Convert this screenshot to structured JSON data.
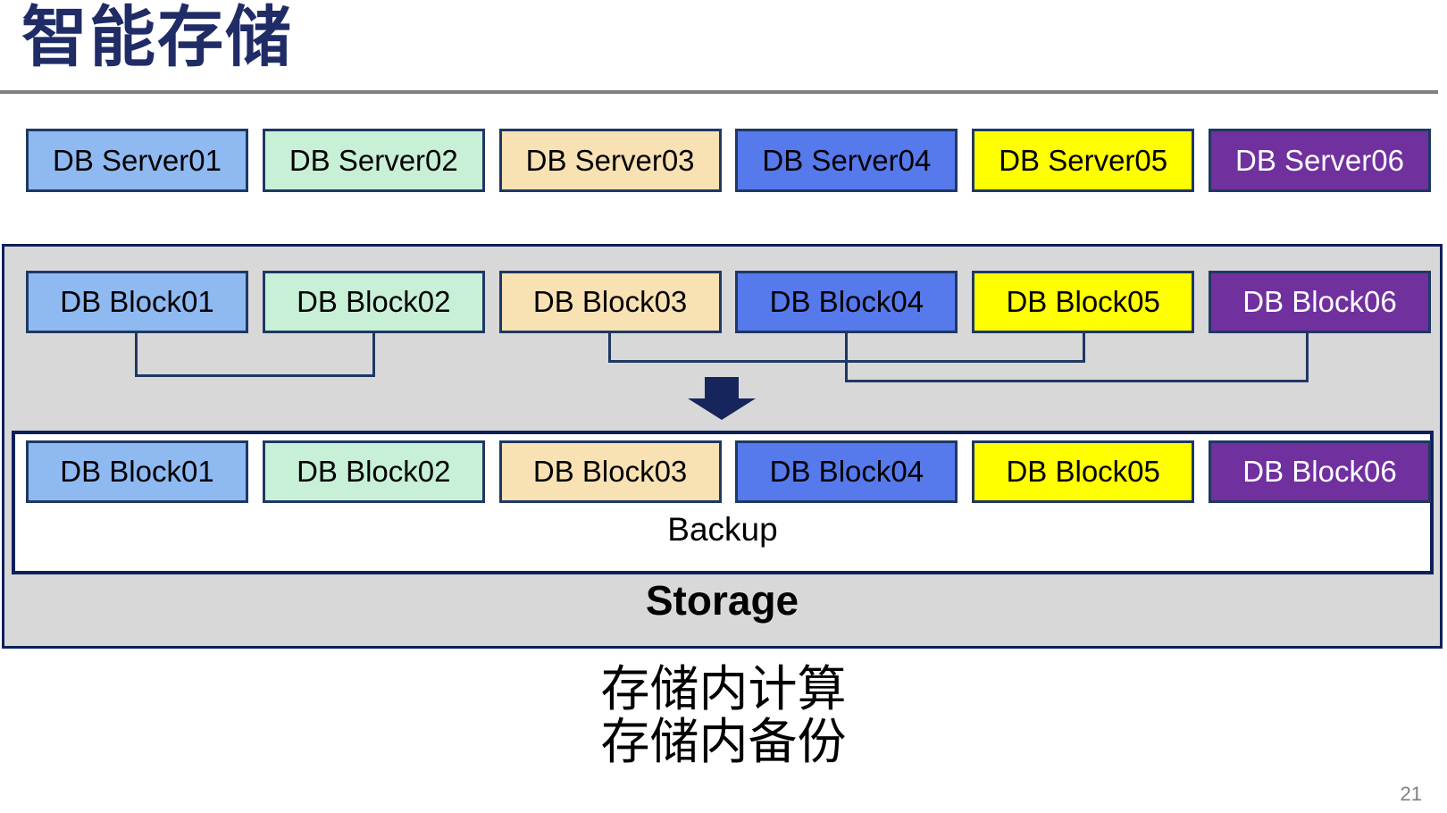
{
  "title": "智能存储",
  "servers": [
    {
      "label": "DB Server01",
      "fill": "#8FB9F1",
      "text_color": "#000000"
    },
    {
      "label": "DB Server02",
      "fill": "#C7F0D6",
      "text_color": "#000000"
    },
    {
      "label": "DB Server03",
      "fill": "#F8E1B3",
      "text_color": "#000000"
    },
    {
      "label": "DB Server04",
      "fill": "#5679EC",
      "text_color": "#000000"
    },
    {
      "label": "DB Server05",
      "fill": "#FFFF00",
      "text_color": "#000000"
    },
    {
      "label": "DB Server06",
      "fill": "#70309E",
      "text_color": "#FFFFFF"
    }
  ],
  "storage": {
    "compute_blocks": [
      {
        "label": "DB Block01",
        "fill": "#8FB9F1",
        "text_color": "#000000"
      },
      {
        "label": "DB Block02",
        "fill": "#C7F0D6",
        "text_color": "#000000"
      },
      {
        "label": "DB Block03",
        "fill": "#F8E1B3",
        "text_color": "#000000"
      },
      {
        "label": "DB Block04",
        "fill": "#5679EC",
        "text_color": "#000000"
      },
      {
        "label": "DB Block05",
        "fill": "#FFFF00",
        "text_color": "#000000"
      },
      {
        "label": "DB Block06",
        "fill": "#70309E",
        "text_color": "#FFFFFF"
      }
    ],
    "backup_blocks": [
      {
        "label": "DB Block01",
        "fill": "#8FB9F1",
        "text_color": "#000000"
      },
      {
        "label": "DB Block02",
        "fill": "#C7F0D6",
        "text_color": "#000000"
      },
      {
        "label": "DB Block03",
        "fill": "#F8E1B3",
        "text_color": "#000000"
      },
      {
        "label": "DB Block04",
        "fill": "#5679EC",
        "text_color": "#000000"
      },
      {
        "label": "DB Block05",
        "fill": "#FFFF00",
        "text_color": "#000000"
      },
      {
        "label": "DB Block06",
        "fill": "#70309E",
        "text_color": "#FFFFFF"
      }
    ],
    "backup_label": "Backup",
    "label": "Storage"
  },
  "captions": {
    "line1": "存储内计算",
    "line2": "存储内备份"
  },
  "page_number": "21",
  "colors": {
    "title": "#202C66",
    "rule": "#808080",
    "box_border": "#1F3864",
    "connector": "#1F3864",
    "arrow": "#16265C",
    "container_fill": "#D8D8D8",
    "container_border": "#0F1F5C",
    "page_number": "#808080"
  }
}
